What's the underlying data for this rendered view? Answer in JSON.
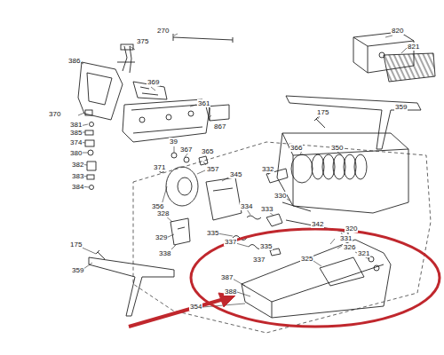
{
  "diagram": {
    "labels": [
      "375",
      "270",
      "820",
      "821",
      "386",
      "369",
      "361",
      "867",
      "175",
      "359",
      "370",
      "381",
      "385",
      "374",
      "380",
      "382",
      "383",
      "384",
      "39",
      "367",
      "365",
      "371",
      "366",
      "350",
      "357",
      "345",
      "332",
      "356",
      "330",
      "334",
      "333",
      "342",
      "328",
      "329",
      "338",
      "335",
      "337",
      "335",
      "337",
      "320",
      "331",
      "326",
      "321",
      "325",
      "175",
      "359",
      "387",
      "388",
      "354"
    ]
  }
}
